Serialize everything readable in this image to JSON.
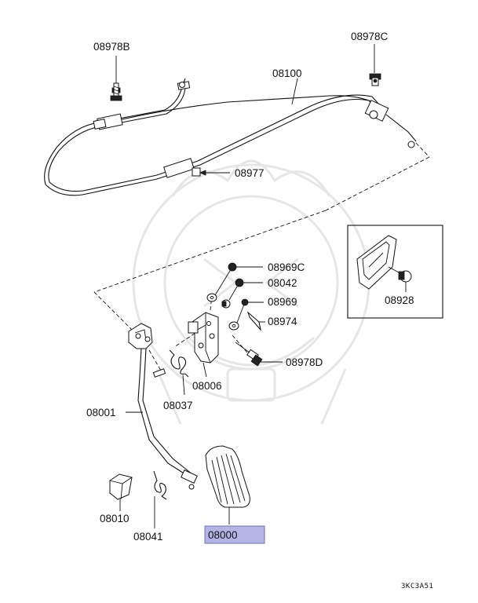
{
  "labels": {
    "p08978B": "08978B",
    "p08978C": "08978C",
    "p08100": "08100",
    "p08977": "08977",
    "p08969C": "08969C",
    "p08042": "08042",
    "p08969": "08969",
    "p08974": "08974",
    "p08978D": "08978D",
    "p08006": "08006",
    "p08037": "08037",
    "p08001": "08001",
    "p08928": "08928",
    "p08010": "08010",
    "p08041": "08041",
    "p08000": "08000"
  },
  "highlight": {
    "part": "08000",
    "color": "#b4b4e6"
  },
  "diagram_code": "3KC3A51"
}
